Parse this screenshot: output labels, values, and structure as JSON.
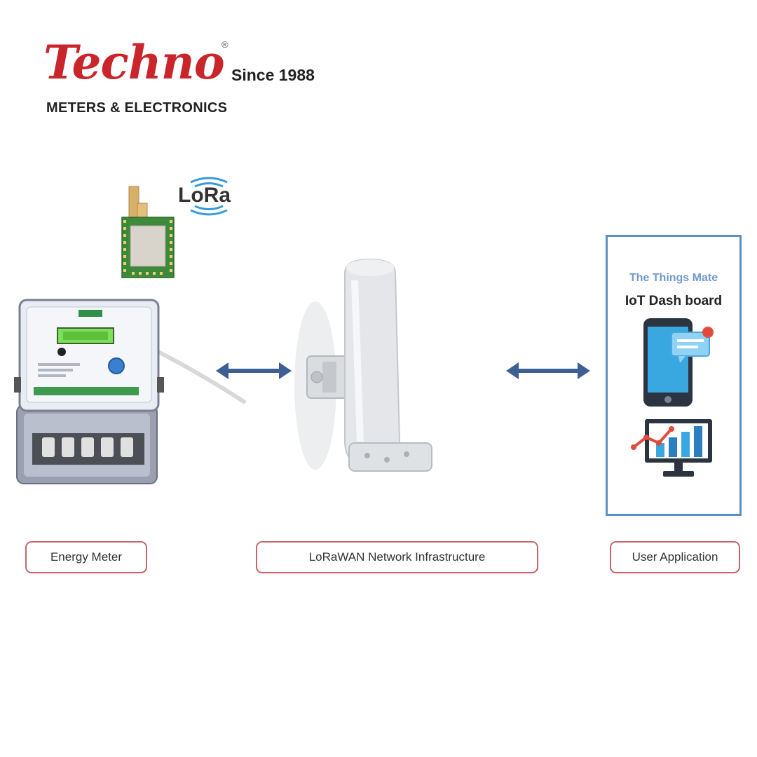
{
  "brand": {
    "logo": "Techno",
    "registered": "®",
    "since": "Since 1988",
    "tagline": "METERS & ELECTRONICS"
  },
  "lora": {
    "logo": "LoRa"
  },
  "dashboard": {
    "brand": "The Things Mate",
    "title": "IoT Dash board"
  },
  "stages": [
    {
      "label": "Energy Meter"
    },
    {
      "label": "LoRaWAN Network Infrastructure"
    },
    {
      "label": "User Application"
    }
  ],
  "colors": {
    "brand_red": "#c9252b",
    "arrow_blue": "#3d5f93",
    "panel_blue": "#5c8fc4",
    "label_border": "#c8646a",
    "meter_display": "#7ee05a"
  },
  "icons": [
    "lora-module-icon",
    "energy-meter-icon",
    "gateway-antenna-icon",
    "smartphone-icon",
    "chat-bubble-icon",
    "analytics-monitor-icon",
    "double-arrow-icon"
  ]
}
